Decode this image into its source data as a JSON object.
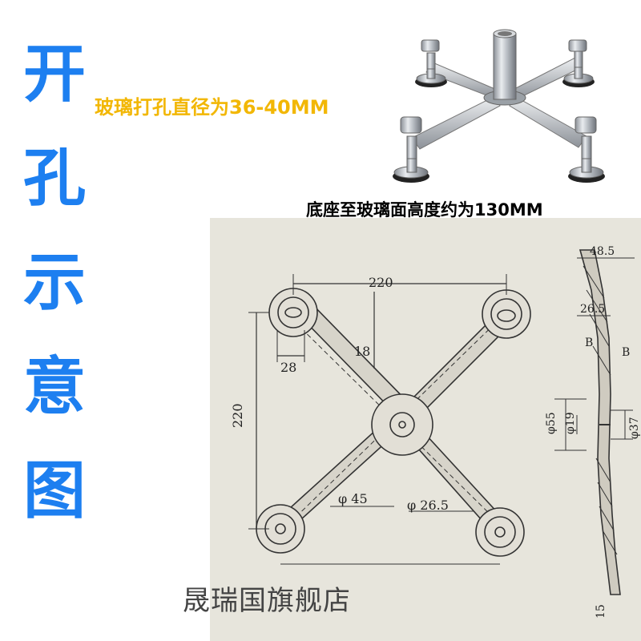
{
  "title_chars": [
    "开",
    "孔",
    "示",
    "意",
    "图"
  ],
  "hole_note": "玻璃打孔直径为36-40MM",
  "height_note": "底座至玻璃面高度约为130MM",
  "shop_name": "晟瑞国旗舰店",
  "drawing": {
    "dim_220_horizontal": "220",
    "dim_220_vertical": "220",
    "dim_18": "18",
    "dim_28": "28",
    "dim_phi45": "φ 45",
    "dim_phi26_5": "φ 26.5",
    "side_48_5": "48.5",
    "side_26_5": "26.5",
    "section_b_left": "B",
    "section_b_right": "B",
    "side_phi55": "φ55",
    "side_phi19": "φ19",
    "side_phi37": "φ37",
    "side_15": "15"
  },
  "colors": {
    "title_blue": "#1d7ff0",
    "note_yellow": "#f2b705",
    "drawing_paper": "#e7e5dc"
  }
}
